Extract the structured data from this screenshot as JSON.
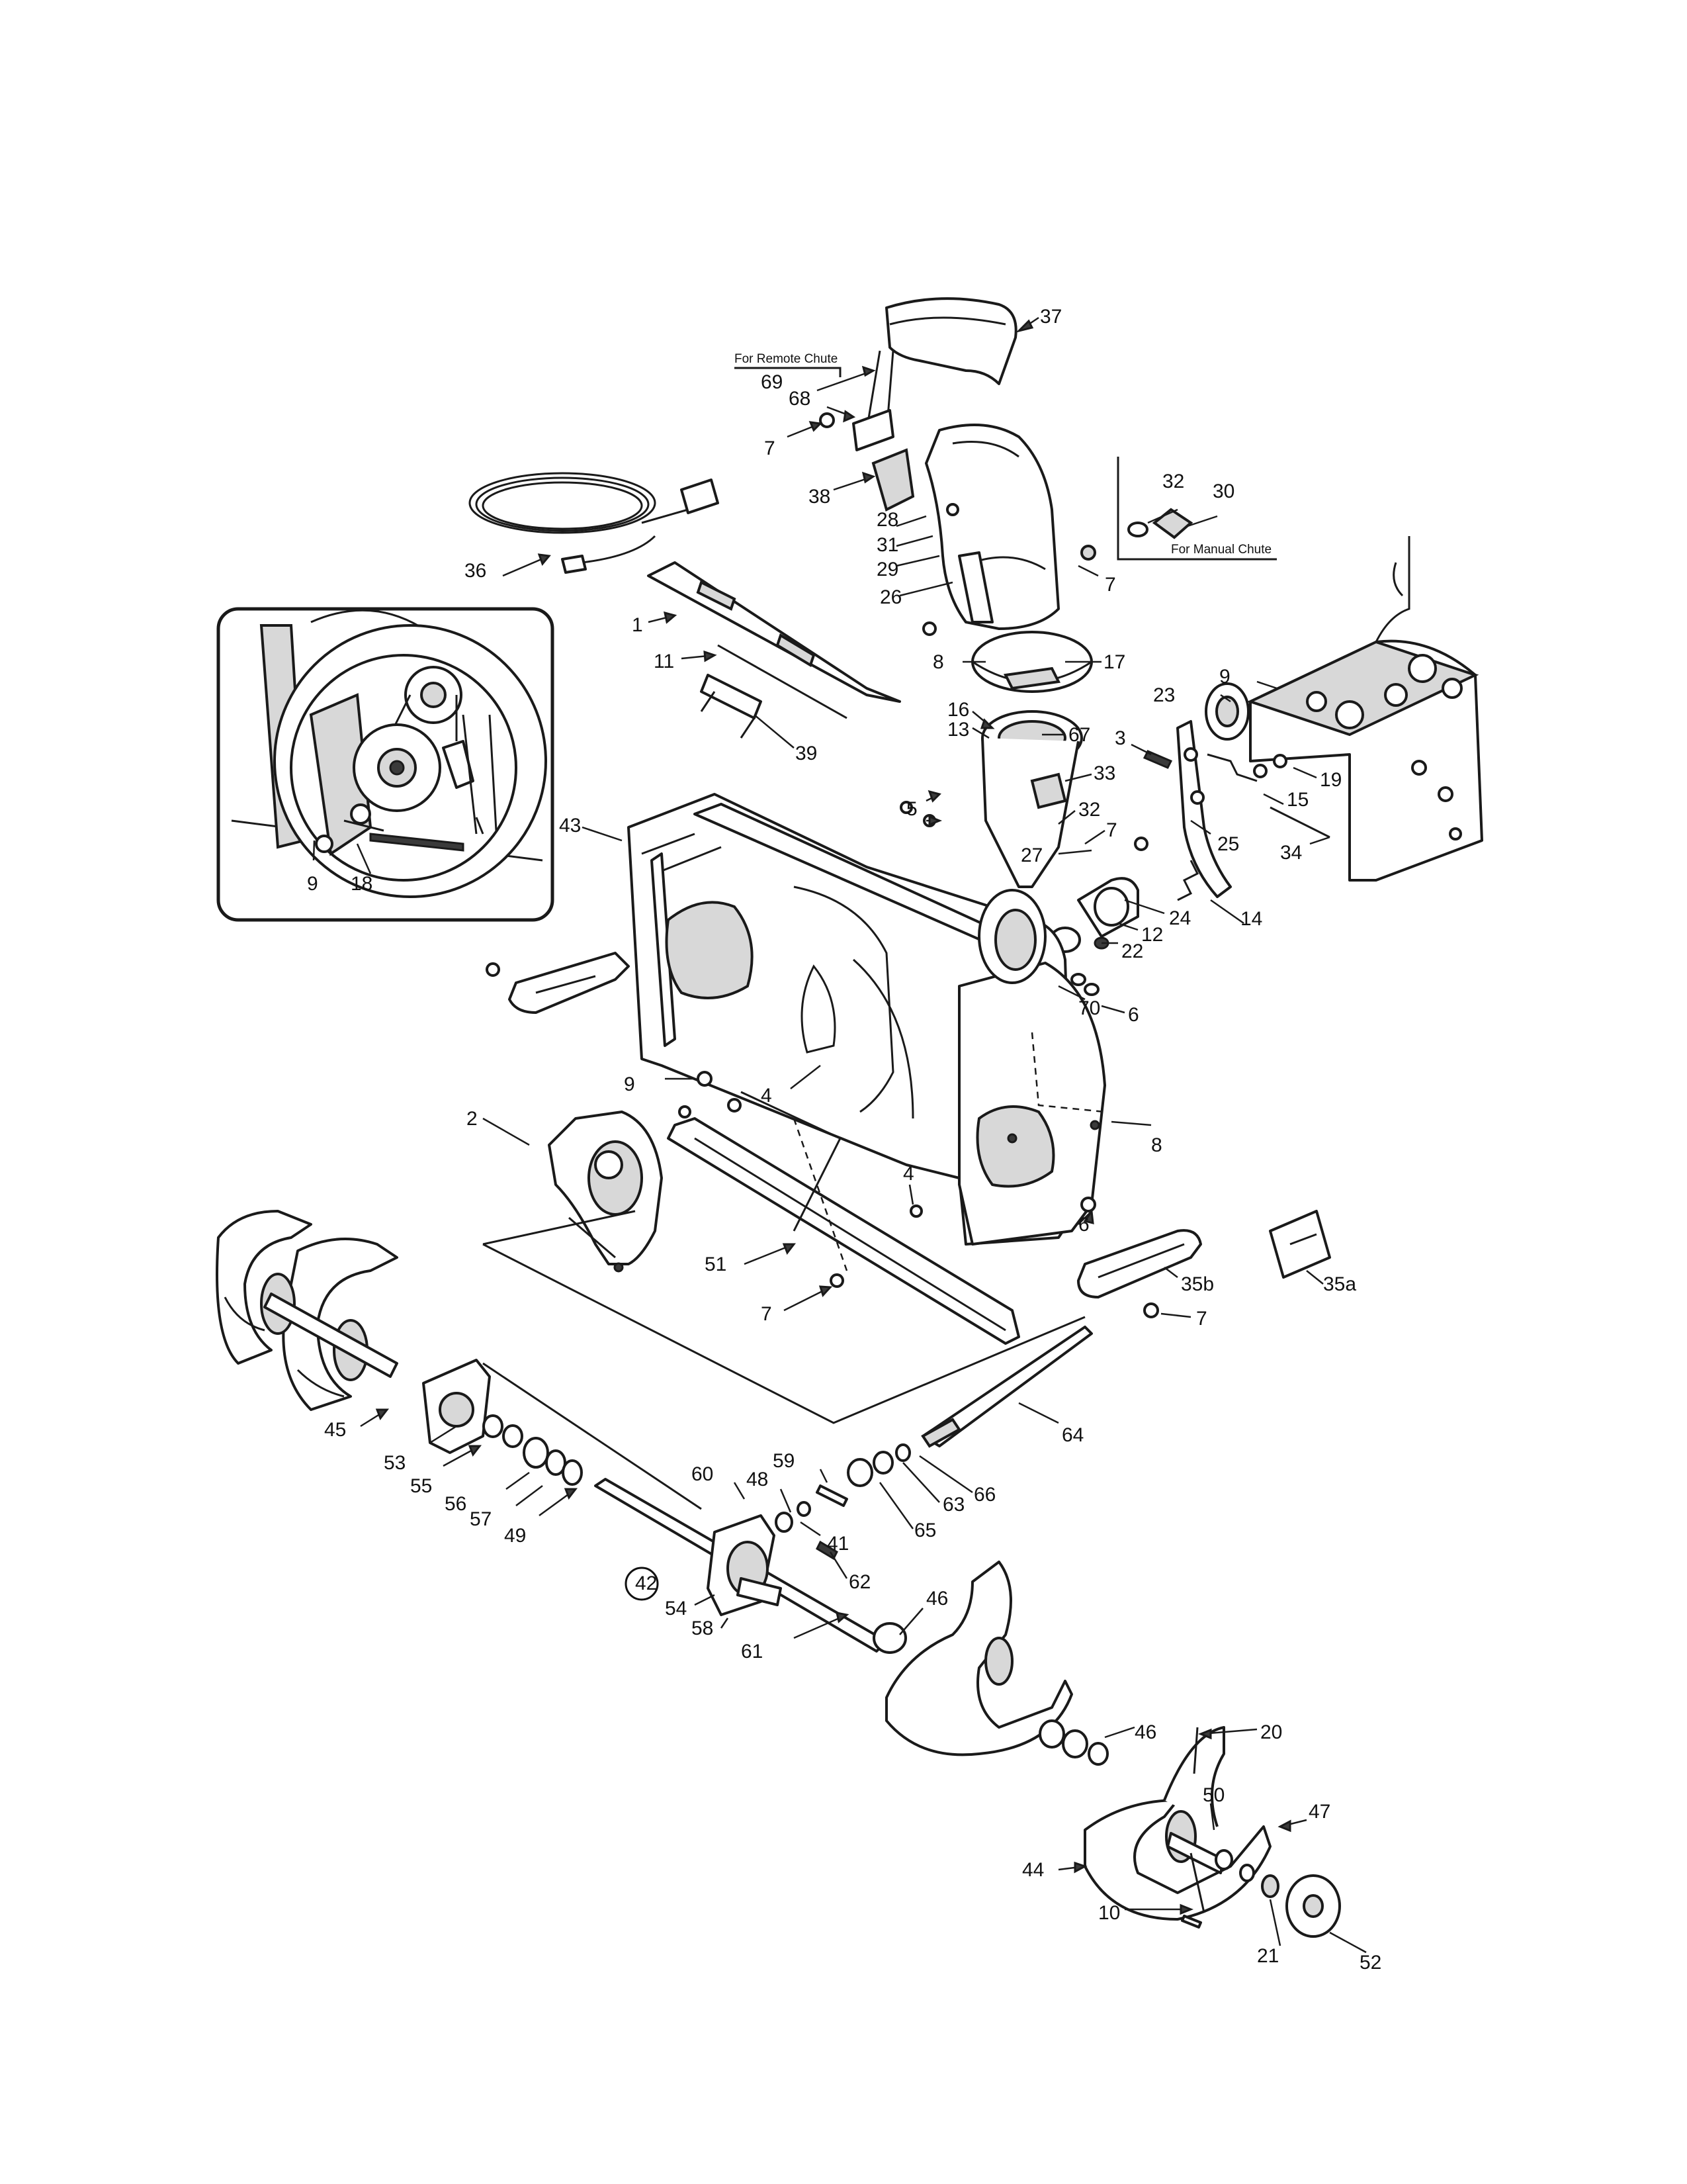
{
  "notes": {
    "remote_chute": "For Remote Chute",
    "manual_chute": "For Manual Chute"
  },
  "labels": [
    "37",
    "69",
    "68",
    "7",
    "38",
    "28",
    "31",
    "29",
    "26",
    "32",
    "30",
    "7",
    "36",
    "1",
    "11",
    "39",
    "8",
    "17",
    "16",
    "13",
    "67",
    "33",
    "5",
    "32",
    "7",
    "27",
    "9",
    "23",
    "3",
    "19",
    "15",
    "25",
    "34",
    "14",
    "24",
    "12",
    "22",
    "70",
    "6",
    "43",
    "9",
    "4",
    "2",
    "8",
    "4",
    "6",
    "51",
    "7",
    "35b",
    "7",
    "35a",
    "9",
    "18",
    "45",
    "53",
    "55",
    "56",
    "57",
    "49",
    "60",
    "48",
    "59",
    "41",
    "62",
    "65",
    "63",
    "66",
    "64",
    "42",
    "54",
    "58",
    "61",
    "46",
    "20",
    "46",
    "50",
    "47",
    "44",
    "10",
    "21",
    "52"
  ]
}
